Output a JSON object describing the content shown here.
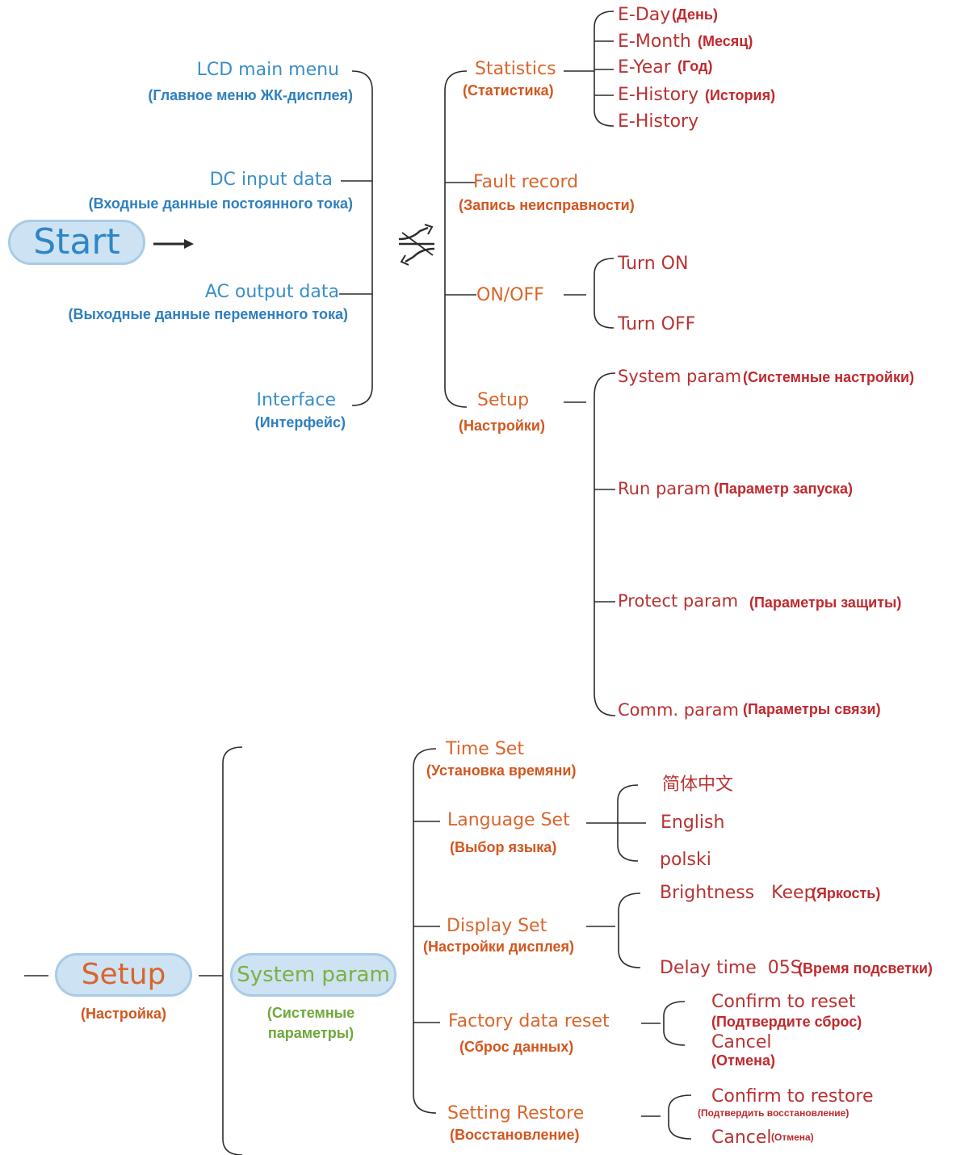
{
  "colors": {
    "blue": "#3a8fc8",
    "orange": "#d9652b",
    "red": "#b83232",
    "green": "#7cb13f",
    "pill_fill": "#cde3f3",
    "line": "#2b2b2b"
  },
  "top": {
    "start_label": "Start",
    "main_menu": [
      {
        "en": "LCD main menu",
        "ru": "(Главное меню ЖК-дисплея)"
      },
      {
        "en": "DC input data",
        "ru": "(Входные данные постоянного тока)"
      },
      {
        "en": "AC output data",
        "ru": "(Выходные данные переменного тока)"
      },
      {
        "en": "Interface",
        "ru": "(Интерфейс)"
      }
    ],
    "submenu": [
      {
        "en": "Statistics",
        "ru": "(Статистика)"
      },
      {
        "en": "Fault record",
        "ru": "(Запись неисправности)"
      },
      {
        "en": "ON/OFF",
        "ru": ""
      },
      {
        "en": "Setup",
        "ru": "(Настройки)"
      }
    ],
    "statistics_items": [
      {
        "en": "E-Day",
        "ru": "(День)"
      },
      {
        "en": "E-Month",
        "ru": "(Месяц)"
      },
      {
        "en": "E-Year",
        "ru": "(Год)"
      },
      {
        "en": "E-History",
        "ru": "(История)"
      },
      {
        "en": "E-History",
        "ru": ""
      }
    ],
    "onoff_items": [
      "Turn ON",
      "Turn OFF"
    ],
    "setup_items": [
      {
        "en": "System param",
        "ru": "(Системные настройки)"
      },
      {
        "en": "Run param",
        "ru": "(Параметр запуска)"
      },
      {
        "en": "Protect param",
        "ru": "(Параметры защиты)"
      },
      {
        "en": "Comm. param",
        "ru": "(Параметры связи)"
      }
    ]
  },
  "bottom": {
    "setup_label": "Setup",
    "setup_ru": "(Настройка)",
    "system_param_label": "System param",
    "system_param_ru_1": "(Системные",
    "system_param_ru_2": "параметры)",
    "items": [
      {
        "en": "Time Set",
        "ru": "(Установка времяни)"
      },
      {
        "en": "Language Set",
        "ru": "(Выбор языка)"
      },
      {
        "en": "Display Set",
        "ru": "(Настройки дисплея)"
      },
      {
        "en": "Factory data reset",
        "ru": "(Сброс данных)"
      },
      {
        "en": "Setting Restore",
        "ru": "(Восстановление)"
      }
    ],
    "languages": [
      "简体中文",
      "English",
      "polski"
    ],
    "display_items": [
      {
        "en": "Brightness   Keep",
        "ru": "(Яркость)"
      },
      {
        "en": "Delay time  05S",
        "ru": "(Время подсветки)"
      }
    ],
    "reset_items": [
      {
        "en": "Confirm to reset",
        "ru": "(Подтвердите сброс)"
      },
      {
        "en": "Cancel",
        "ru": "(Отмена)"
      }
    ],
    "restore_items": [
      {
        "en": "Confirm to restore",
        "ru": "(Подтвердить восстановление)"
      },
      {
        "en": "Cancel",
        "ru": "(Отмена)"
      }
    ]
  }
}
